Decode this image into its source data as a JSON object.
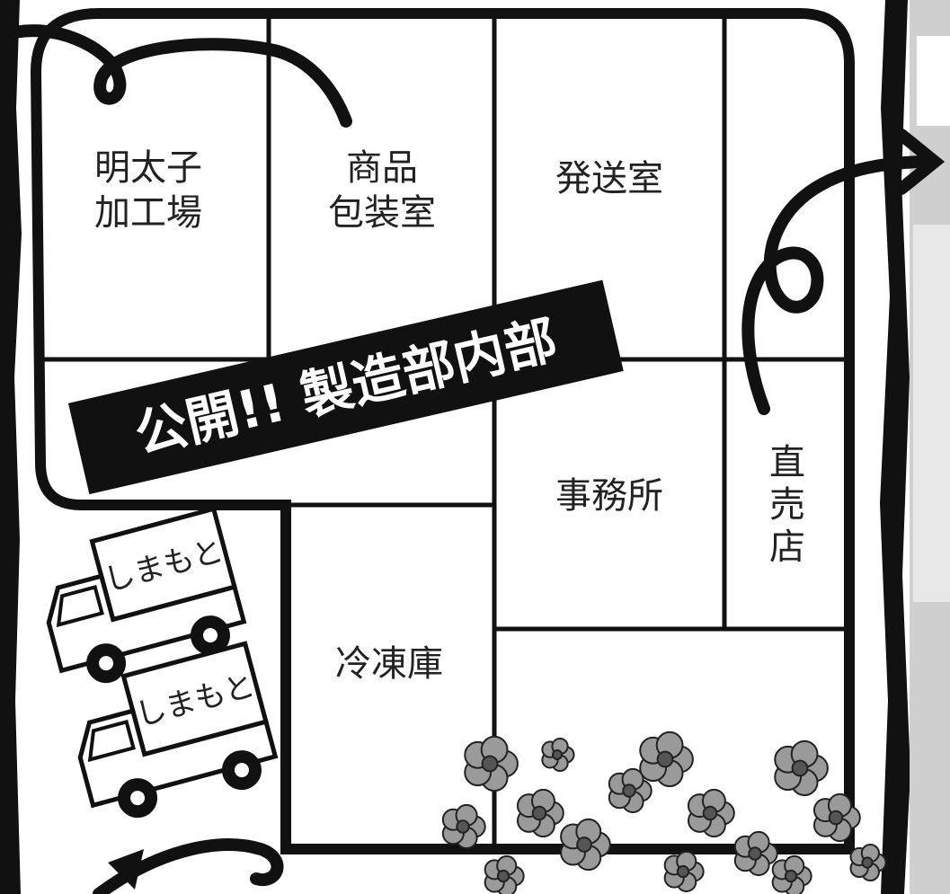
{
  "rooms": {
    "mentaiko_line1": "明太子",
    "mentaiko_line2": "加工場",
    "packaging_line1": "商品",
    "packaging_line2": "包装室",
    "shipping": "発送室",
    "office": "事務所",
    "shop_chars": [
      "直",
      "売",
      "店"
    ],
    "freezer": "冷凍庫"
  },
  "banner": {
    "text": "公開!! 製造部内部"
  },
  "trucks": [
    {
      "label": "しまもと"
    },
    {
      "label": "しまもと"
    }
  ],
  "colors": {
    "ink": "#111111",
    "banner_bg": "#111111",
    "flower": "#9a9a9a",
    "paper": "#ffffff"
  },
  "icons": [
    "route-arrow-icon",
    "delivery-truck-icon",
    "flower-icon"
  ]
}
